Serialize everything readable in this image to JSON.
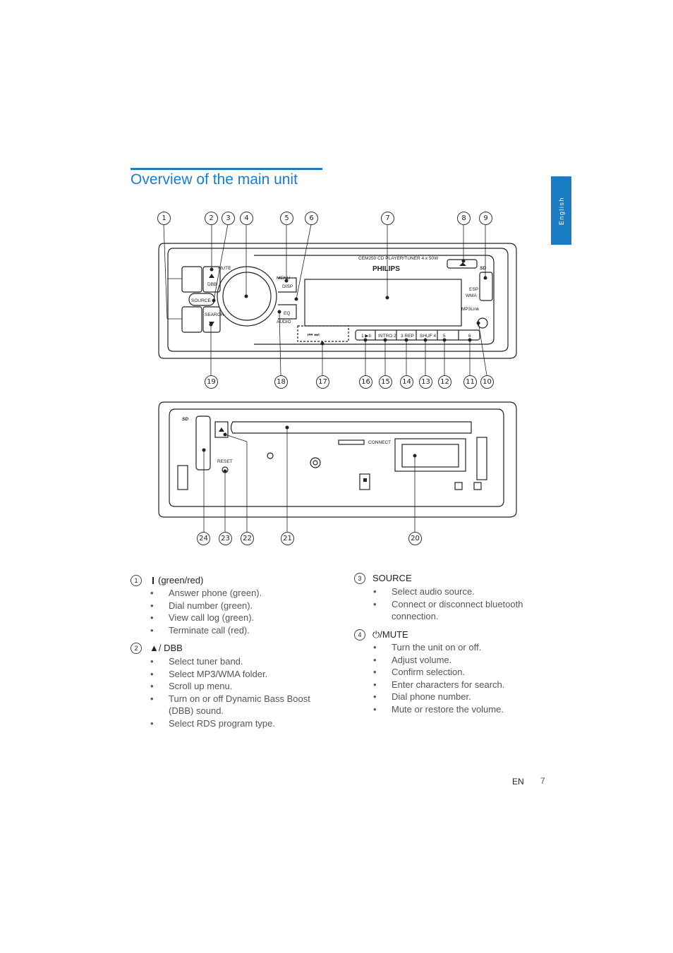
{
  "lang_tab": "English",
  "page_title": "Overview of the main unit",
  "front_panel": {
    "model_label": "CEM250 CD PLAYER/TUNER 4 x 50W",
    "brand": "PHILIPS",
    "labels": {
      "mute": "MUTE",
      "dbb": "DBB",
      "source": "SOURCE",
      "search": "SEARCH",
      "menu": "MENU",
      "disp": "DISP",
      "eq": "EQ",
      "audio": "AUDIO",
      "esp": "ESP",
      "wma": "WMA",
      "mp3link": "MP3Link",
      "sd": "SD",
      "prev_next": "⏮  ⏭",
      "preset1": "1 ▶II",
      "preset2": "INTRO 2",
      "preset3": "3 REP",
      "preset4": "SHUF 4",
      "preset5": "5",
      "preset6": "6"
    },
    "callouts_top": [
      "1",
      "2",
      "3",
      "4",
      "5",
      "6",
      "7",
      "8",
      "9"
    ],
    "callouts_bottom": [
      "19",
      "18",
      "17",
      "16",
      "15",
      "14",
      "13",
      "12",
      "11",
      "10"
    ]
  },
  "back_panel": {
    "labels": {
      "connect": "CONNECT",
      "reset": "RESET",
      "sd": "SD"
    },
    "callouts": [
      "24",
      "23",
      "22",
      "21",
      "20"
    ]
  },
  "left_column": [
    {
      "num": "1",
      "heading": "(green/red)",
      "items": [
        "Answer phone (green).",
        "Dial number (green).",
        "View call log (green).",
        "Terminate call (red)."
      ]
    },
    {
      "num": "2",
      "heading": "▲/ DBB",
      "items": [
        "Select tuner band.",
        "Select MP3/WMA folder.",
        "Scroll up menu.",
        "Turn on or off Dynamic Bass Boost (DBB) sound.",
        "Select RDS program type."
      ]
    }
  ],
  "right_column": [
    {
      "num": "3",
      "heading": "SOURCE",
      "items": [
        "Select audio source.",
        "Connect or disconnect bluetooth connection."
      ]
    },
    {
      "num": "4",
      "heading": "⏻/MUTE",
      "items": [
        "Turn the unit on or off.",
        "Adjust volume.",
        "Confirm selection.",
        "Enter characters for search.",
        "Dial phone number.",
        "Mute or restore the volume."
      ]
    }
  ],
  "footer": {
    "lang": "EN",
    "page": "7"
  }
}
